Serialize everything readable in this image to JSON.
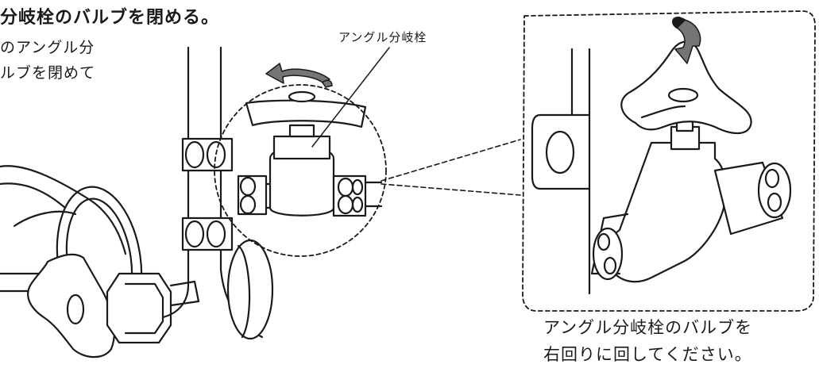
{
  "heading": "分岐栓のバルブを閉める。",
  "intro_lines": [
    "のアングル分",
    "ルブを閉めて"
  ],
  "callout_label": "アングル分岐栓",
  "caption_lines": [
    "アングル分岐栓のバルブを",
    "右回りに回してください。"
  ],
  "colors": {
    "line": "#1a1a1a",
    "arrow": "#757575",
    "fill": "#ffffff"
  },
  "icons": {
    "rotate_left_arrow": "rotation-arrow-icon",
    "rotate_right_arrow": "rotation-arrow-icon"
  }
}
